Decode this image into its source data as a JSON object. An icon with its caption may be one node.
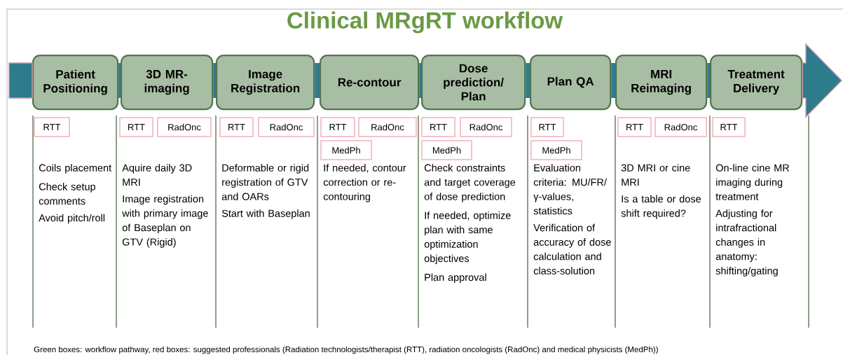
{
  "diagram": {
    "title": "Clinical MRgRT workflow",
    "caption": "Green boxes: workflow pathway, red boxes: suggested professionals (Radiation technologists/therapist (RTT), radiation oncologists (RadOnc) and medical physicists (MedPh))",
    "nodes": [
      {
        "text": [
          "Patient Positioning"
        ]
      },
      {
        "text": [
          "3D MR-imaging"
        ]
      },
      {
        "text": [
          "Image Registration"
        ]
      },
      {
        "text": [
          "Re-contour"
        ]
      },
      {
        "text": [
          "Dose prediction/ Plan"
        ]
      },
      {
        "text": [
          "Plan QA"
        ]
      },
      {
        "text": [
          "MRI Reimaging"
        ]
      },
      {
        "text": [
          "Treatment Delivery"
        ]
      },
      {
        "text": [
          "RTT"
        ]
      },
      {
        "text": [
          "RTT"
        ]
      },
      {
        "text": [
          "RadOnc"
        ]
      },
      {
        "text": [
          "RTT"
        ]
      },
      {
        "text": [
          "RadOnc"
        ]
      },
      {
        "text": [
          "RTT"
        ]
      },
      {
        "text": [
          "RadOnc"
        ]
      },
      {
        "text": [
          "MedPh"
        ]
      },
      {
        "text": [
          "RTT"
        ]
      },
      {
        "text": [
          "RadOnc"
        ]
      },
      {
        "text": [
          "MedPh"
        ]
      },
      {
        "text": [
          "RTT"
        ]
      },
      {
        "text": [
          "MedPh"
        ]
      },
      {
        "text": [
          "RTT"
        ]
      },
      {
        "text": [
          "RadOnc"
        ]
      },
      {
        "text": [
          "RTT"
        ]
      }
    ],
    "edges": [
      {
        "from": null,
        "to": 0,
        "arrow": "none"
      },
      {
        "from": 0,
        "to": 1,
        "arrow": "none"
      },
      {
        "from": 1,
        "to": 2,
        "arrow": "none"
      },
      {
        "from": 2,
        "to": 3,
        "arrow": "none"
      },
      {
        "from": 3,
        "to": 4,
        "arrow": "none"
      },
      {
        "from": 4,
        "to": 5,
        "arrow": "none"
      },
      {
        "from": 5,
        "to": 6,
        "arrow": "none"
      },
      {
        "from": 6,
        "to": 7,
        "arrow": "none"
      },
      {
        "from": 7,
        "to": null,
        "arrow": "to"
      }
    ],
    "labels": [
      "Coils placement",
      "Check setup comments",
      "Avoid pitch/roll",
      "Aquire daily 3D MRI",
      "Image registration with primary image of Baseplan on GTV (Rigid)",
      "Deformable or rigid registration of GTV and OARs",
      "Start with Baseplan",
      "If needed, contour correction or re-contouring",
      "Check constraints and target coverage of dose prediction",
      "If needed, optimize plan with same optimization objectives",
      "Plan approval",
      "Evaluation criteria: MU/FR/ γ-values, statistics",
      "Verification of accuracy of dose calculation and class-solution",
      "3D MRI or cine MRI",
      "Is a table or dose shift required?",
      "On-line cine MR imaging during treatment",
      "Adjusting for intrafractional changes in anatomy: shifting/gating"
    ]
  }
}
